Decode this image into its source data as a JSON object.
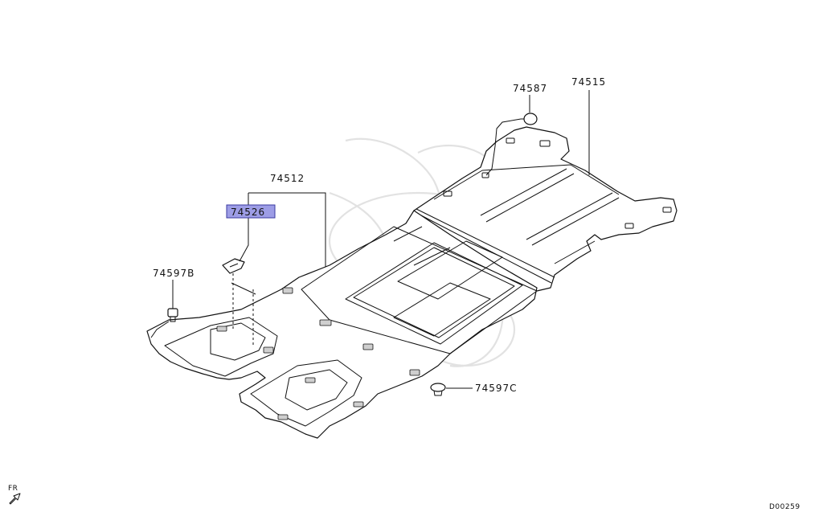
{
  "labels": {
    "p74587": "74587",
    "p74515": "74515",
    "p74512": "74512",
    "p74526": "74526",
    "p74597b": "74597B",
    "p74597c": "74597C",
    "direction": "FR",
    "diagram_code": "D00259"
  },
  "colors": {
    "highlight": "#9d9de6",
    "watermark": "#e2e2e2"
  }
}
